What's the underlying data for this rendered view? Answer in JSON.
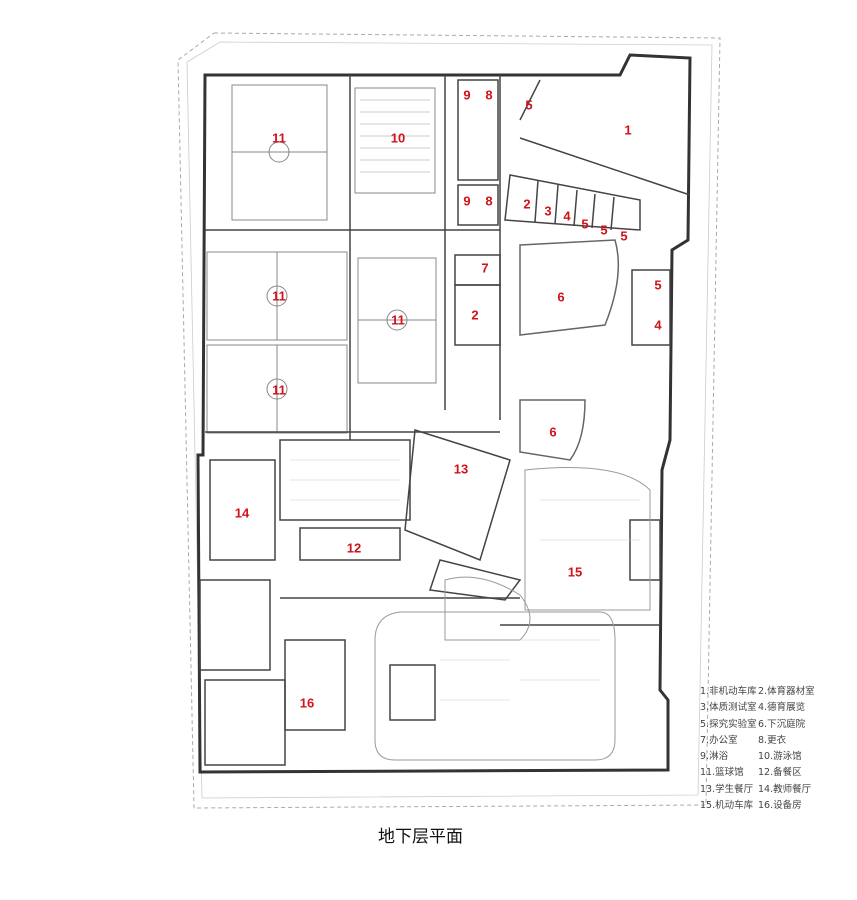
{
  "title": "地下层平面",
  "colors": {
    "label": "#d0121b",
    "wall": "#333333",
    "line": "#999999"
  },
  "room_labels": [
    "11",
    "10",
    "9",
    "8",
    "5",
    "1",
    "9",
    "8",
    "2",
    "3",
    "4",
    "5",
    "5",
    "5",
    "7",
    "6",
    "5",
    "4",
    "11",
    "11",
    "2",
    "11",
    "6",
    "13",
    "14",
    "12",
    "15",
    "16"
  ],
  "legend": [
    [
      "1.非机动车库",
      "2.体育器材室"
    ],
    [
      "3.体质测试室",
      "4.德育展览"
    ],
    [
      "5.探究实验室",
      "6.下沉庭院"
    ],
    [
      "7.办公室",
      "8.更衣"
    ],
    [
      "9.淋浴",
      "10.游泳馆"
    ],
    [
      "11.篮球馆",
      "12.备餐区"
    ],
    [
      "13.学生餐厅",
      "14.教师餐厅"
    ],
    [
      "15.机动车库",
      "16.设备房"
    ]
  ]
}
